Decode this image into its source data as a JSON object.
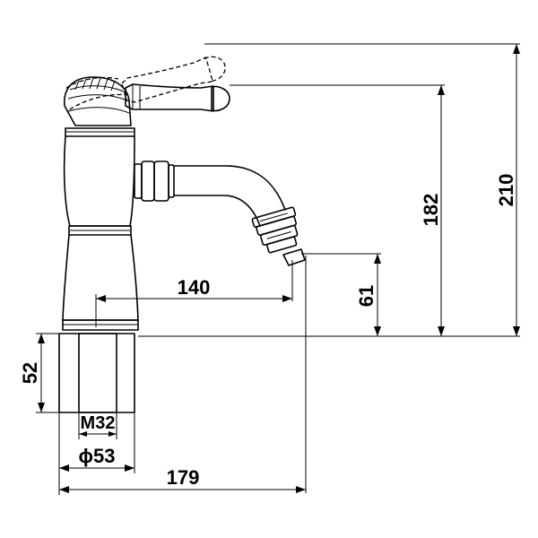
{
  "dimensions": {
    "total_height": "210",
    "handle_height": "182",
    "spout_height": "61",
    "spout_reach": "140",
    "thread_length": "52",
    "thread": "M32",
    "base_diameter": "ϕ53",
    "total_length": "179"
  }
}
